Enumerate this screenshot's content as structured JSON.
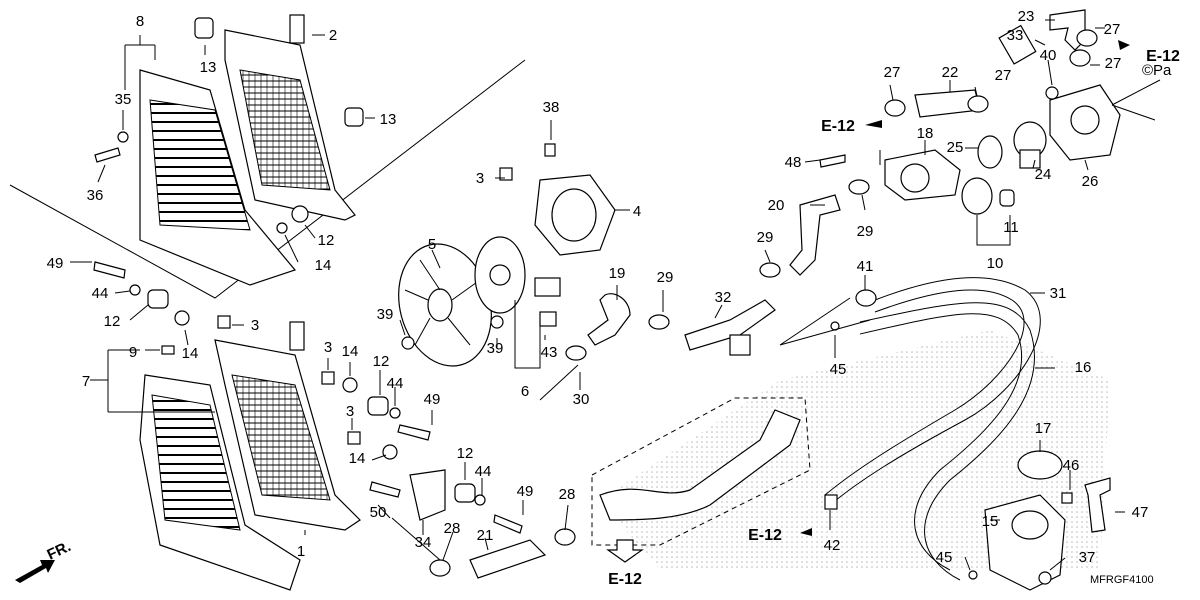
{
  "diagram": {
    "code": "MFRGF4100",
    "front_label": "FR.",
    "labels": [
      {
        "id": "n8",
        "text": "8"
      },
      {
        "id": "n2",
        "text": "2"
      },
      {
        "id": "n13a",
        "text": "13"
      },
      {
        "id": "n13b",
        "text": "13"
      },
      {
        "id": "n35",
        "text": "35"
      },
      {
        "id": "n36",
        "text": "36"
      },
      {
        "id": "n12a",
        "text": "12"
      },
      {
        "id": "n14a",
        "text": "14"
      },
      {
        "id": "n49a",
        "text": "49"
      },
      {
        "id": "n44a",
        "text": "44"
      },
      {
        "id": "n12b",
        "text": "12"
      },
      {
        "id": "n14b",
        "text": "14"
      },
      {
        "id": "n3a",
        "text": "3"
      },
      {
        "id": "n9",
        "text": "9"
      },
      {
        "id": "n7",
        "text": "7"
      },
      {
        "id": "n3b",
        "text": "3"
      },
      {
        "id": "n14c",
        "text": "14"
      },
      {
        "id": "n12c",
        "text": "12"
      },
      {
        "id": "n44b",
        "text": "44"
      },
      {
        "id": "n49b",
        "text": "49"
      },
      {
        "id": "n3c",
        "text": "3"
      },
      {
        "id": "n14d",
        "text": "14"
      },
      {
        "id": "n12d",
        "text": "12"
      },
      {
        "id": "n44c",
        "text": "44"
      },
      {
        "id": "n49c",
        "text": "49"
      },
      {
        "id": "n50",
        "text": "50"
      },
      {
        "id": "n1",
        "text": "1"
      },
      {
        "id": "n34",
        "text": "34"
      },
      {
        "id": "n28a",
        "text": "28"
      },
      {
        "id": "n21",
        "text": "21"
      },
      {
        "id": "n28b",
        "text": "28"
      },
      {
        "id": "n38",
        "text": "38"
      },
      {
        "id": "n3d",
        "text": "3"
      },
      {
        "id": "n4",
        "text": "4"
      },
      {
        "id": "n5",
        "text": "5"
      },
      {
        "id": "n39a",
        "text": "39"
      },
      {
        "id": "n39b",
        "text": "39"
      },
      {
        "id": "n43",
        "text": "43"
      },
      {
        "id": "n6",
        "text": "6"
      },
      {
        "id": "n30",
        "text": "30"
      },
      {
        "id": "n19",
        "text": "19"
      },
      {
        "id": "n29a",
        "text": "29"
      },
      {
        "id": "n32",
        "text": "32"
      },
      {
        "id": "n29b",
        "text": "29"
      },
      {
        "id": "n20",
        "text": "20"
      },
      {
        "id": "n29c",
        "text": "29"
      },
      {
        "id": "n48",
        "text": "48"
      },
      {
        "id": "n27a",
        "text": "27"
      },
      {
        "id": "n22",
        "text": "22"
      },
      {
        "id": "n27b",
        "text": "27"
      },
      {
        "id": "n18",
        "text": "18"
      },
      {
        "id": "n25",
        "text": "25"
      },
      {
        "id": "n24",
        "text": "24"
      },
      {
        "id": "n33",
        "text": "33"
      },
      {
        "id": "n23",
        "text": "23"
      },
      {
        "id": "n27c",
        "text": "27"
      },
      {
        "id": "n40",
        "text": "40"
      },
      {
        "id": "n27d",
        "text": "27"
      },
      {
        "id": "n26",
        "text": "26"
      },
      {
        "id": "n11",
        "text": "11"
      },
      {
        "id": "n10",
        "text": "10"
      },
      {
        "id": "n41",
        "text": "41"
      },
      {
        "id": "n31",
        "text": "31"
      },
      {
        "id": "n16",
        "text": "16"
      },
      {
        "id": "n45a",
        "text": "45"
      },
      {
        "id": "n17",
        "text": "17"
      },
      {
        "id": "n46",
        "text": "46"
      },
      {
        "id": "n47",
        "text": "47"
      },
      {
        "id": "n15",
        "text": "15"
      },
      {
        "id": "n45b",
        "text": "45"
      },
      {
        "id": "n37",
        "text": "37"
      },
      {
        "id": "n42",
        "text": "42"
      }
    ],
    "refs": [
      {
        "id": "e12a",
        "text": "E-12"
      },
      {
        "id": "e12b",
        "text": "E-12"
      },
      {
        "id": "e12c",
        "text": "E-12"
      },
      {
        "id": "e12d",
        "text": "E-12"
      }
    ],
    "stray_text": "©Pa"
  }
}
